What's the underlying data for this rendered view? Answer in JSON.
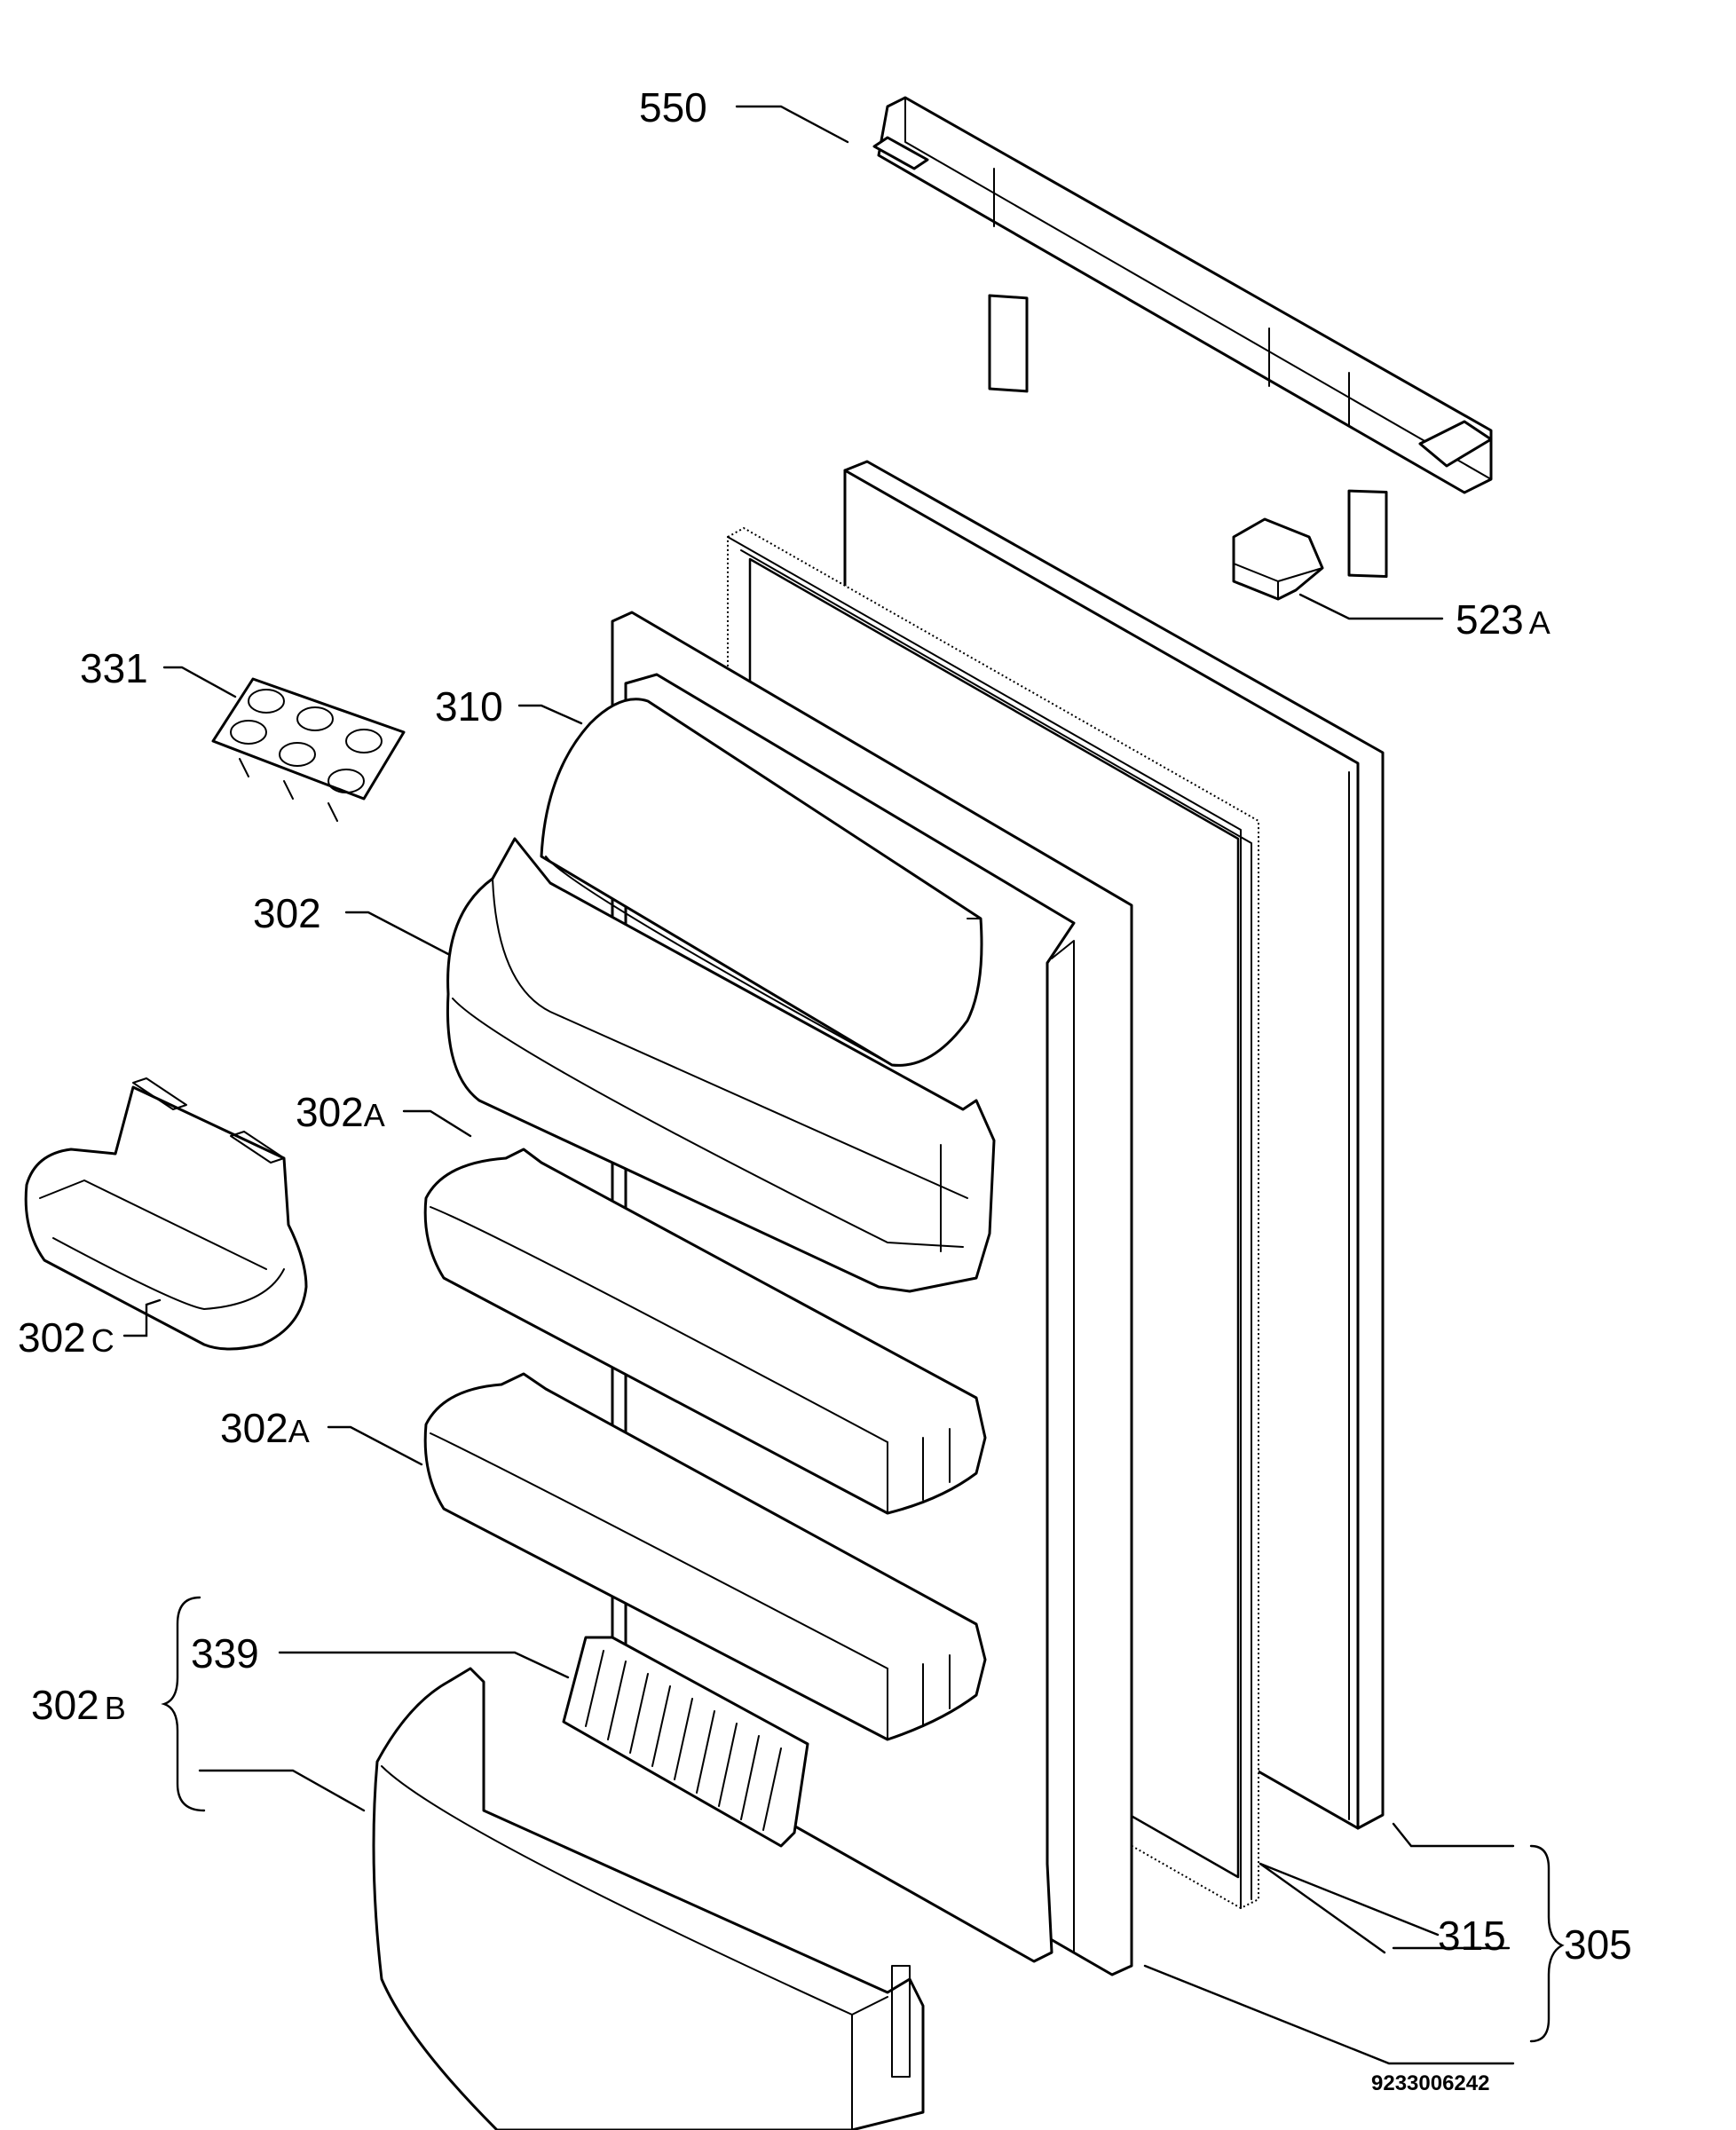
{
  "callouts": {
    "c550": "550",
    "c523": {
      "num": "523",
      "suffix": "A"
    },
    "c331": "331",
    "c310": "310",
    "c302": "302",
    "c302a_upper": {
      "num": "302",
      "suffix": "A"
    },
    "c302c": {
      "num": "302",
      "suffix": "C"
    },
    "c302a_lower": {
      "num": "302",
      "suffix": "A"
    },
    "c339": "339",
    "c302b": {
      "num": "302",
      "suffix": "B"
    },
    "c315": "315",
    "c305": "305"
  },
  "drawing_code": "9233006242"
}
